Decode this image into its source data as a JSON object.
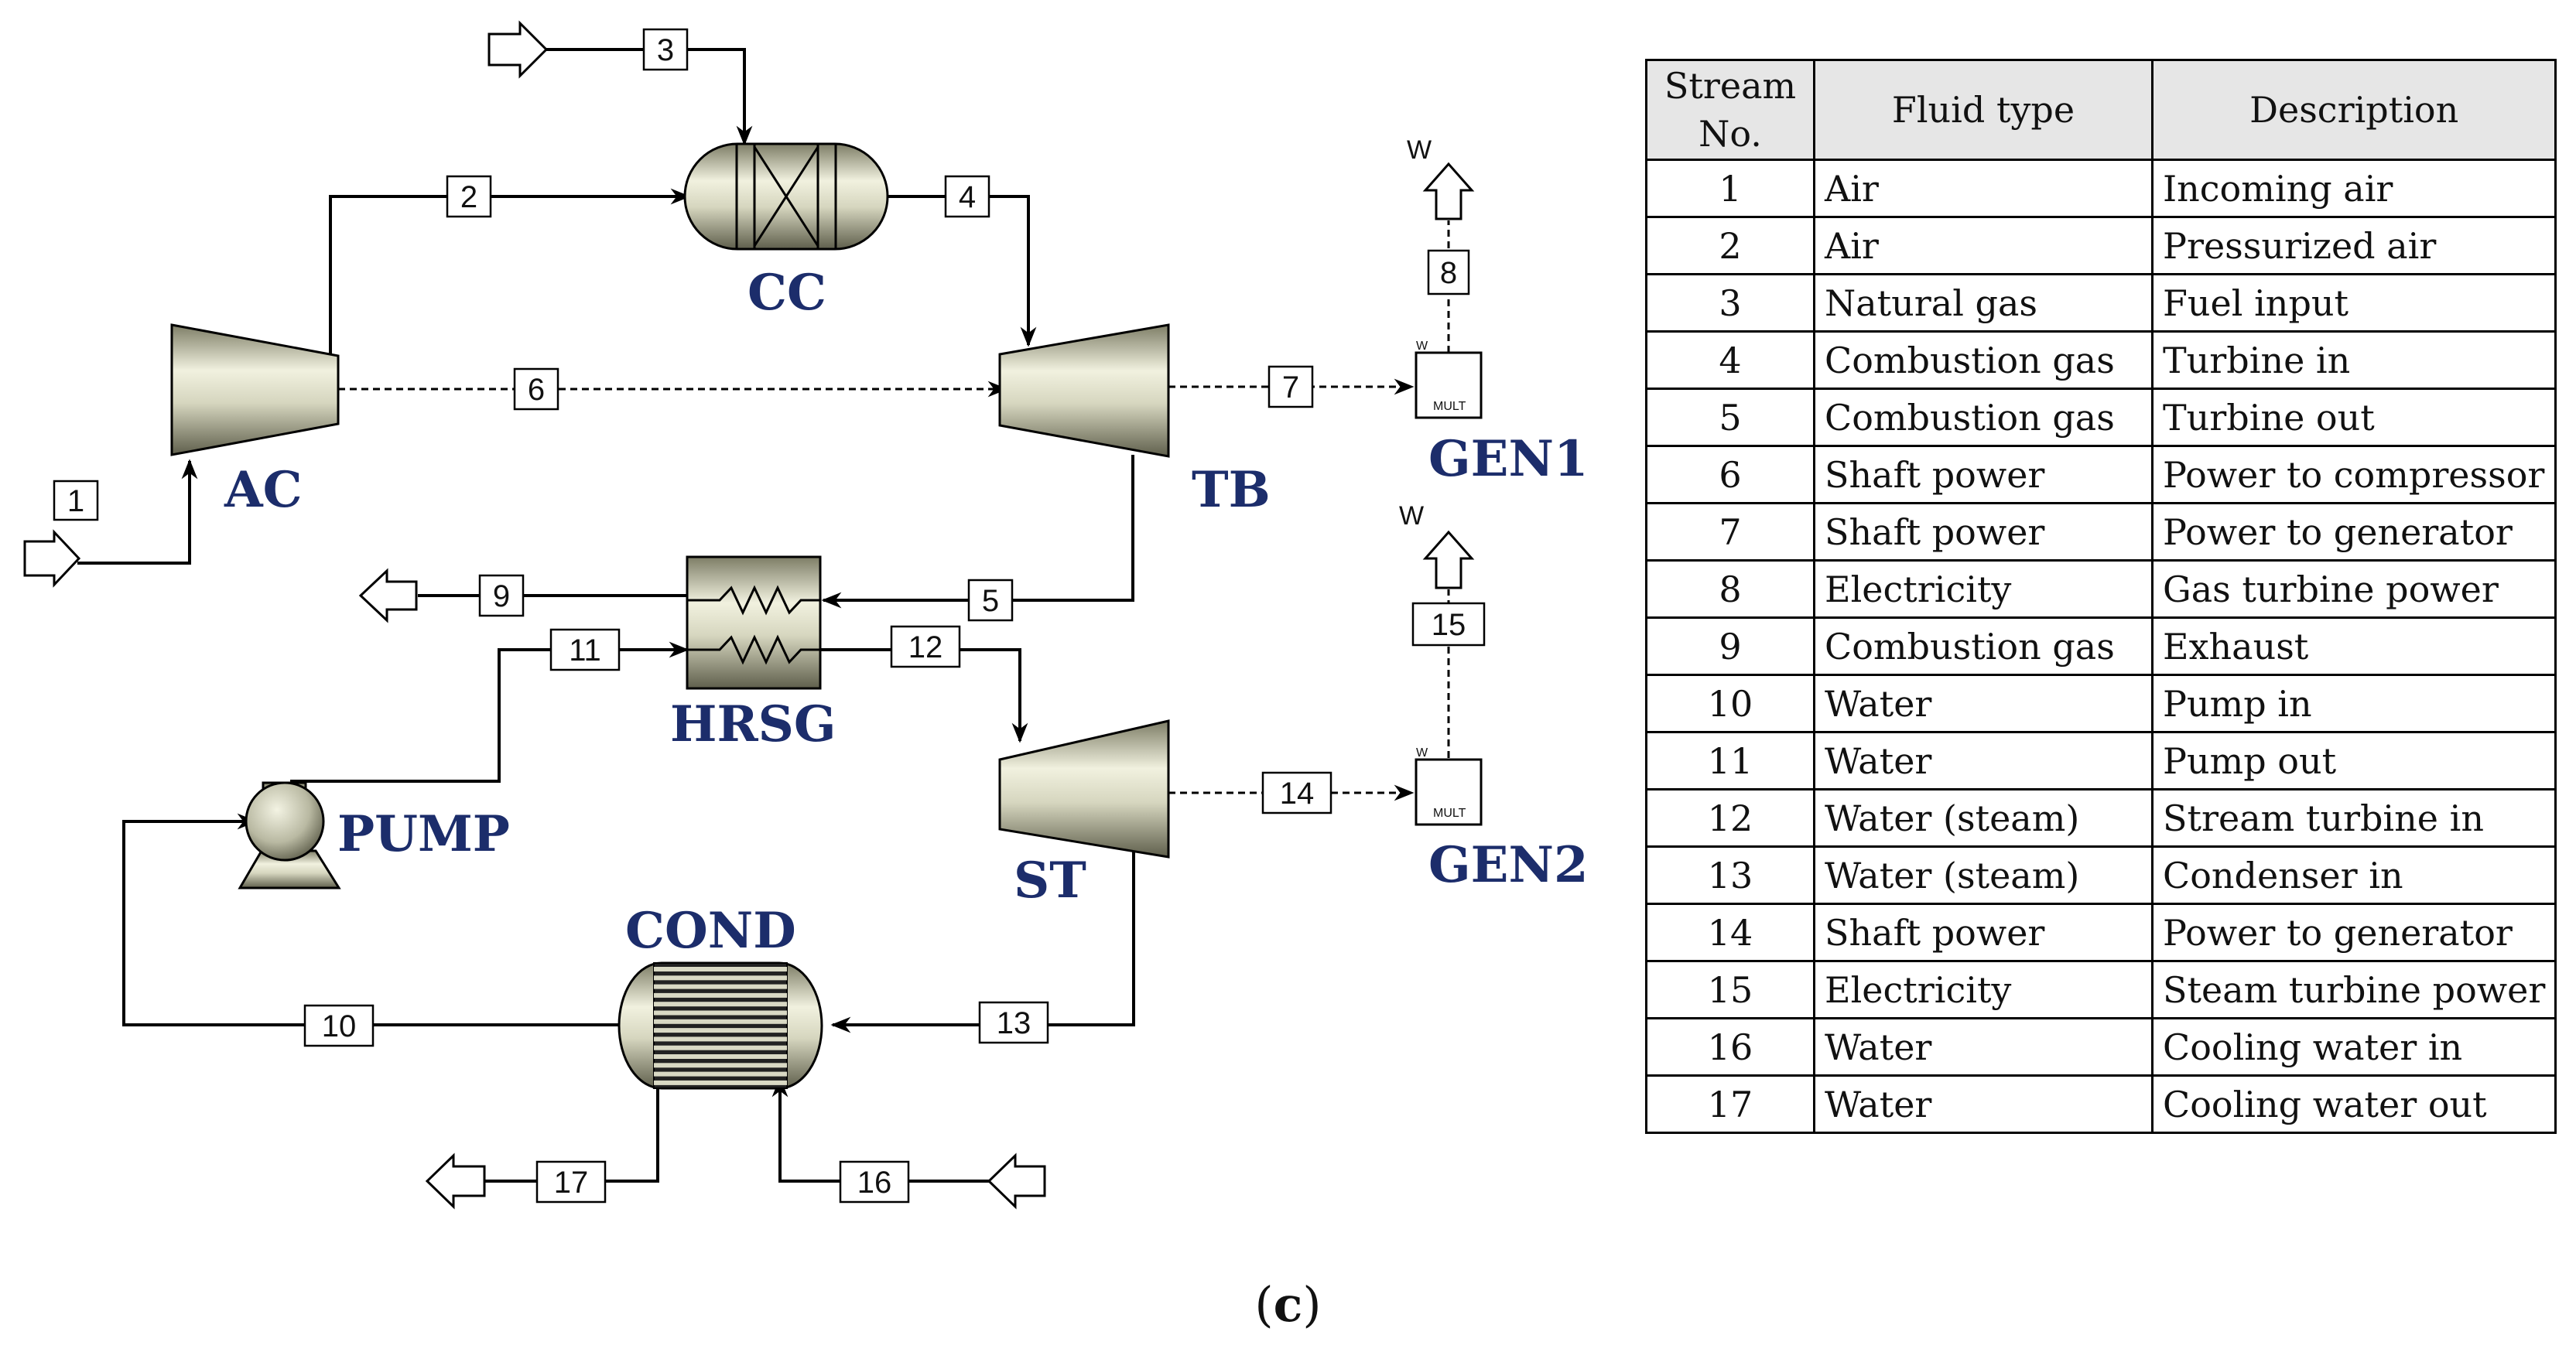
{
  "diagram": {
    "units": {
      "AC": "AC",
      "CC": "CC",
      "TB": "TB",
      "GEN1": "GEN1",
      "HRSG": "HRSG",
      "ST": "ST",
      "GEN2": "GEN2",
      "PUMP": "PUMP",
      "COND": "COND"
    },
    "work_label": "W",
    "mult_label": "MULT",
    "streams": [
      "1",
      "2",
      "3",
      "4",
      "5",
      "6",
      "7",
      "8",
      "9",
      "10",
      "11",
      "12",
      "13",
      "14",
      "15",
      "16",
      "17"
    ]
  },
  "table": {
    "headers": [
      "Stream No.",
      "Fluid type",
      "Description"
    ],
    "rows": [
      [
        "1",
        "Air",
        "Incoming air"
      ],
      [
        "2",
        "Air",
        "Pressurized air"
      ],
      [
        "3",
        "Natural gas",
        "Fuel input"
      ],
      [
        "4",
        "Combustion gas",
        "Turbine in"
      ],
      [
        "5",
        "Combustion gas",
        "Turbine out"
      ],
      [
        "6",
        "Shaft power",
        "Power to compressor"
      ],
      [
        "7",
        "Shaft power",
        "Power to generator"
      ],
      [
        "8",
        "Electricity",
        "Gas turbine power"
      ],
      [
        "9",
        "Combustion gas",
        "Exhaust"
      ],
      [
        "10",
        "Water",
        "Pump in"
      ],
      [
        "11",
        "Water",
        "Pump out"
      ],
      [
        "12",
        "Water (steam)",
        "Stream turbine in"
      ],
      [
        "13",
        "Water (steam)",
        "Condenser in"
      ],
      [
        "14",
        "Shaft power",
        "Power to generator"
      ],
      [
        "15",
        "Electricity",
        "Steam turbine power"
      ],
      [
        "16",
        "Water",
        "Cooling water in"
      ],
      [
        "17",
        "Water",
        "Cooling water out"
      ]
    ]
  },
  "caption": {
    "open": "(",
    "letter": "c",
    "close": ")"
  },
  "colors": {
    "unit_label": "#1c2d6b",
    "table_header_bg": "#e6e6e6"
  }
}
